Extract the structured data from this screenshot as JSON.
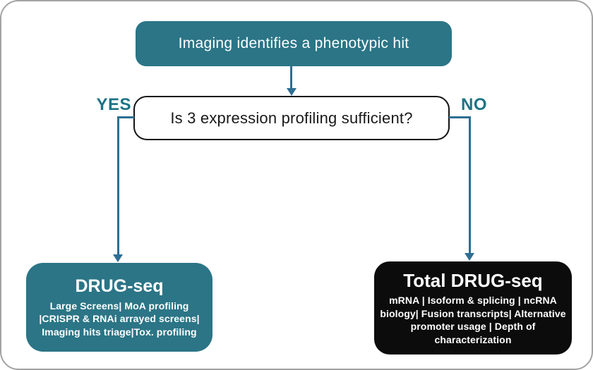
{
  "flow": {
    "top_box": {
      "label": "Imaging identifies a phenotypic hit"
    },
    "decision_box": {
      "label": "Is 3 expression profiling sufficient?"
    },
    "yes_label": "YES",
    "no_label": "NO",
    "left_box": {
      "title": "DRUG-seq",
      "lines": [
        "Large Screens| MoA profiling",
        "|CRISPR & RNAi arrayed screens|",
        "Imaging hits triage|Tox. profiling"
      ]
    },
    "right_box": {
      "title": "Total DRUG-seq",
      "lines": [
        "mRNA | Isoform & splicing | ncRNA",
        "biology| Fusion transcripts| Alternative",
        "promoter usage | Depth of",
        "characterization"
      ]
    }
  },
  "colors": {
    "teal": "#2B7586",
    "arrow": "#2E6E93",
    "branch": "#1D7385",
    "box_black": "#0C0C0C",
    "canvas_border": "#A3A3A3",
    "decision_border": "#141414"
  }
}
